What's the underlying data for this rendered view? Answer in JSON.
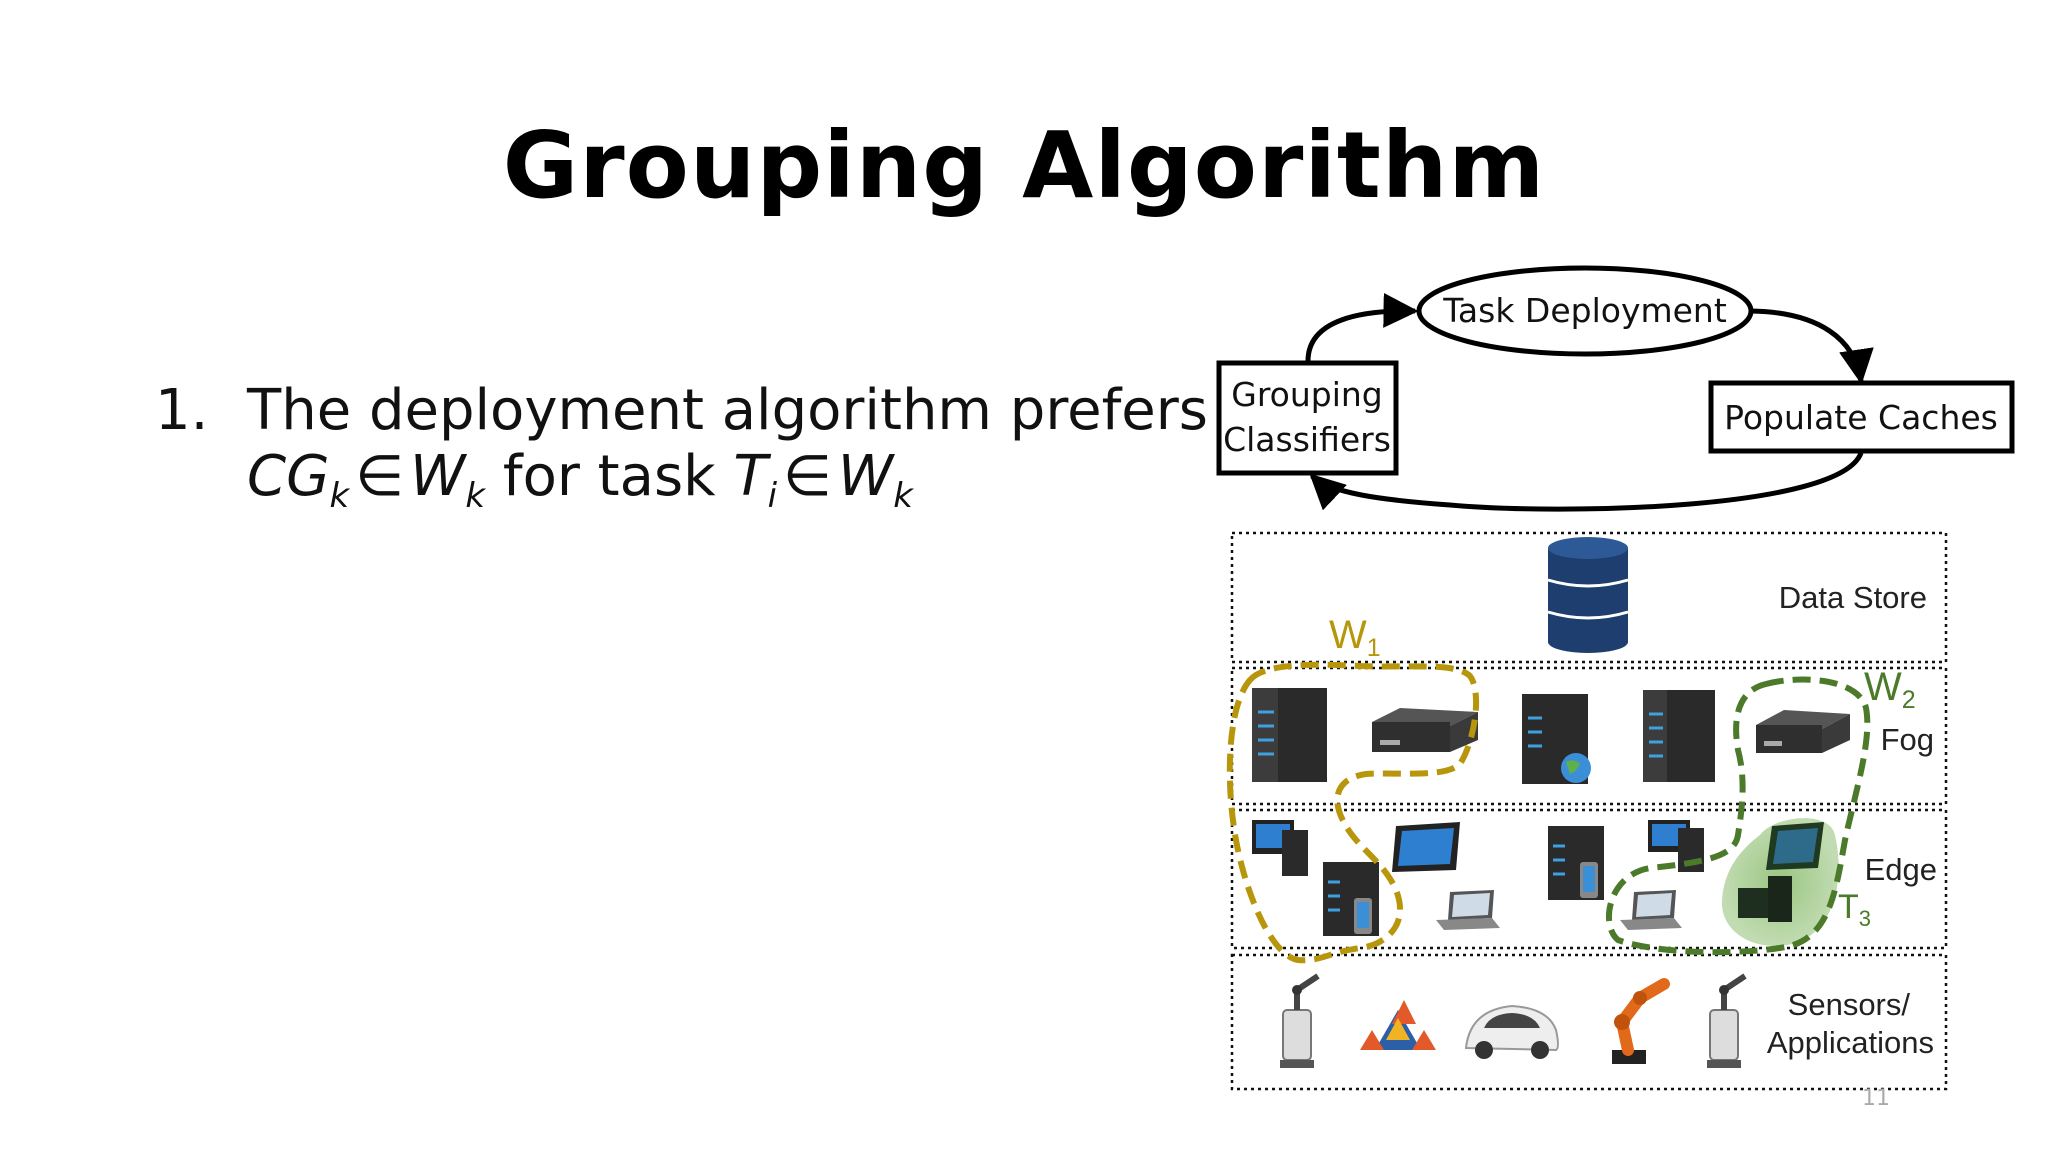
{
  "slide": {
    "title": "Grouping Algorithm",
    "page_number": "11"
  },
  "bullet": {
    "number": "1.",
    "line1": "The deployment algorithm prefers",
    "cg": "CG",
    "k": "k",
    "elem": "∈",
    "w": "W",
    "for_task": "for task",
    "t": "T",
    "i": "i"
  },
  "cycle": {
    "task_deployment": "Task Deployment",
    "grouping_line1": "Grouping",
    "grouping_line2": "Classifiers",
    "populate_caches": "Populate Caches"
  },
  "layers": {
    "data_store": "Data Store",
    "fog": "Fog",
    "edge": "Edge",
    "sensors_line1": "Sensors/",
    "sensors_line2": "Applications"
  },
  "groups": {
    "w": "W",
    "w1_sub": "1",
    "w2_sub": "2",
    "t": "T",
    "t3_sub": "3"
  },
  "colors": {
    "w1": "#b8960c",
    "w2": "#4a7a2a",
    "db": "#1d3e6e",
    "server": "#2a2a2a",
    "robot": "#e06a1a"
  }
}
